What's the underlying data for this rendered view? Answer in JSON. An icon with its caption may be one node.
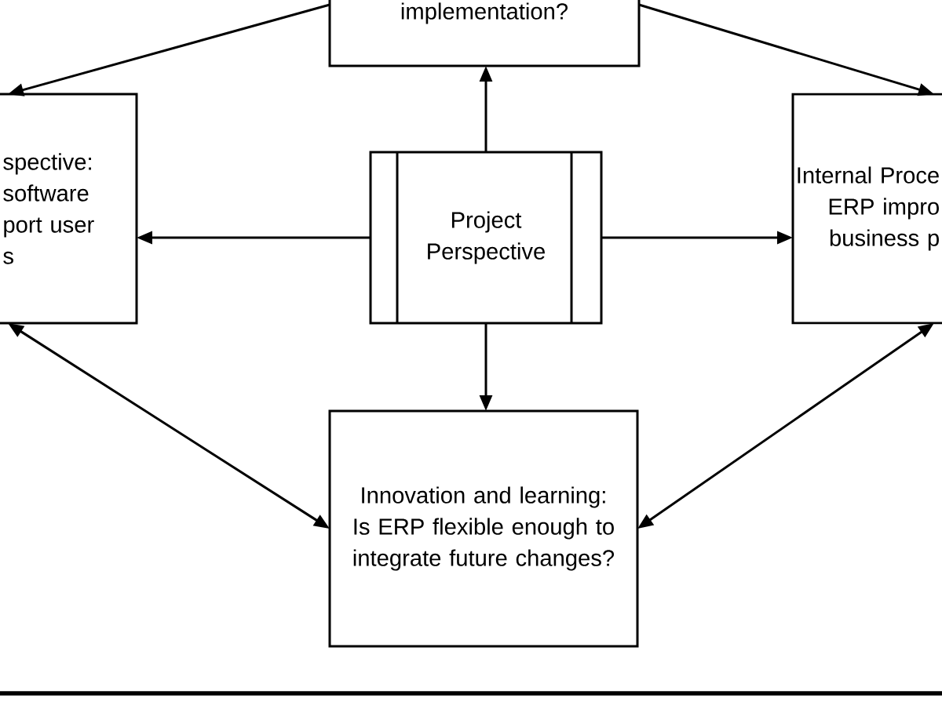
{
  "diagram": {
    "nodes": [
      {
        "text": [
          "implementation?"
        ]
      },
      {
        "text": [
          "spective: software port user s"
        ]
      },
      {
        "text": [
          "Project Perspective"
        ]
      },
      {
        "text": [
          "Internal Proce ERP impro business p"
        ]
      },
      {
        "text": [
          "Innovation and learning: Is ERP flexible enough to integrate future changes?"
        ]
      }
    ],
    "edges": [
      {
        "from": 2,
        "to": 0,
        "arrow": "to"
      },
      {
        "from": 2,
        "to": 1,
        "arrow": "to"
      },
      {
        "from": 2,
        "to": 3,
        "arrow": "to"
      },
      {
        "from": 2,
        "to": 4,
        "arrow": "to"
      },
      {
        "from": 0,
        "to": 1,
        "arrow": "to"
      },
      {
        "from": 0,
        "to": 3,
        "arrow": "to"
      },
      {
        "from": 1,
        "to": 4,
        "arrow": "both"
      },
      {
        "from": 3,
        "to": 4,
        "arrow": "both"
      }
    ]
  }
}
